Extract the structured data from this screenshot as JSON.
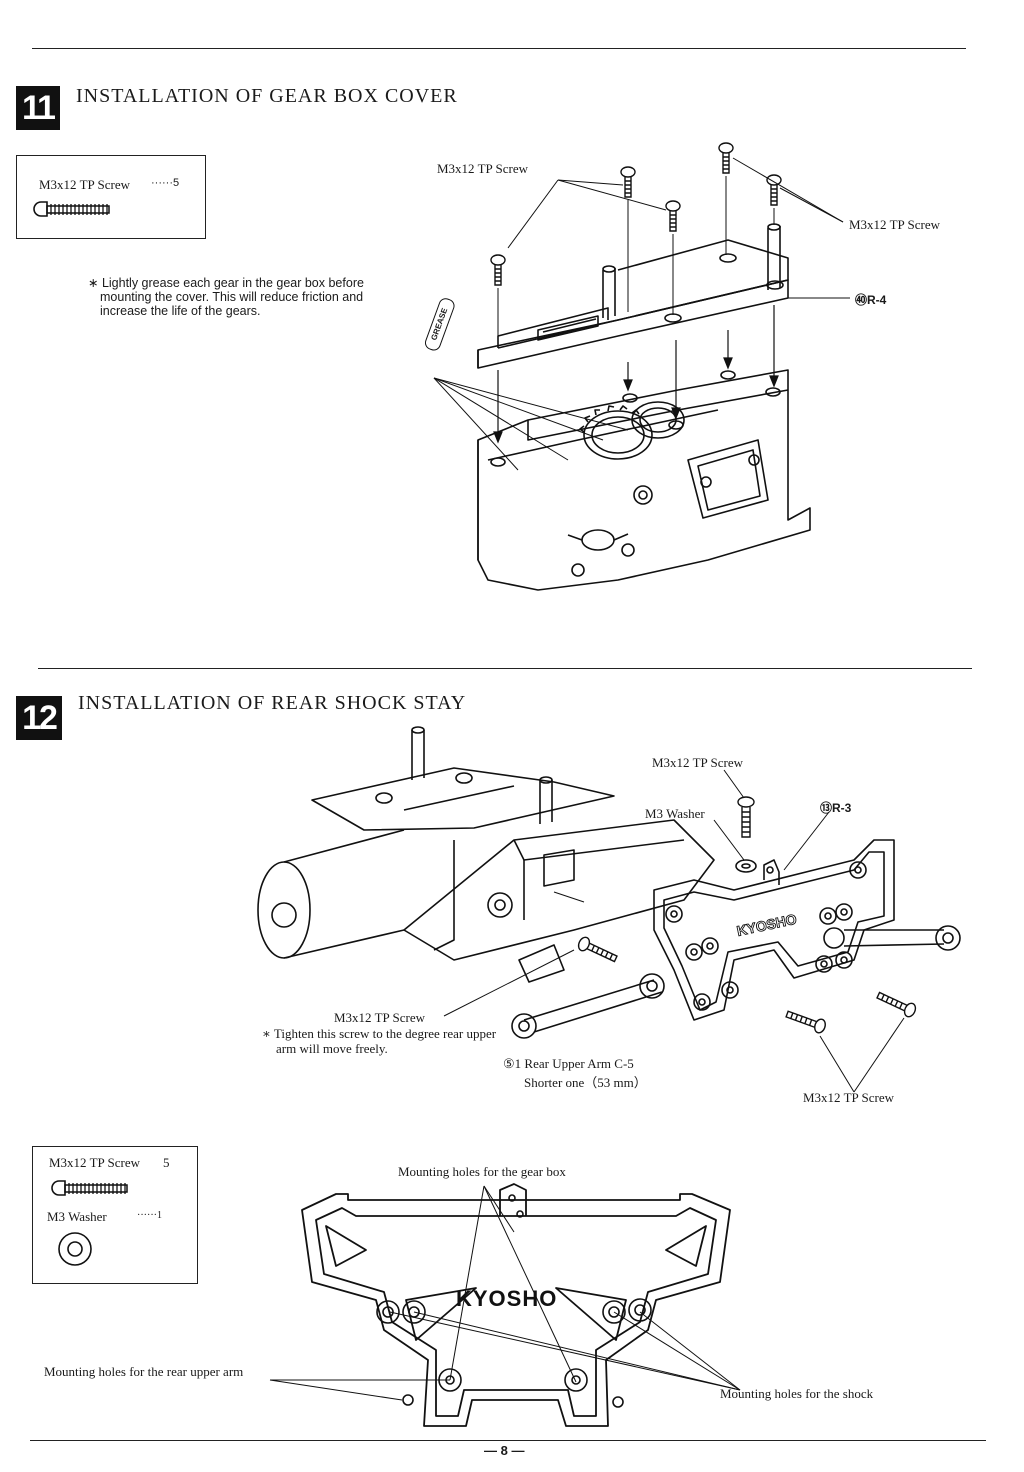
{
  "step11": {
    "number": "11",
    "title": "INSTALLATION OF GEAR BOX COVER",
    "parts": {
      "item": "M3x12 TP Screw",
      "count": "······5"
    },
    "note": "∗ Lightly grease each gear in the gear box before mounting the cover. This will reduce friction and increase the life of the gears.",
    "labels": {
      "screw_left": "M3x12 TP Screw",
      "screw_right": "M3x12 TP Screw",
      "part": "㊵R-4",
      "grease": "GREASE"
    }
  },
  "step12": {
    "number": "12",
    "title": "INSTALLATION OF REAR SHOCK STAY",
    "labels": {
      "screw_top": "M3x12 TP Screw",
      "washer": "M3 Washer",
      "part": "⑬R-3",
      "screw_mid": "M3x12 TP Screw",
      "tighten_note": "∗ Tighten this screw to the degree rear upper arm will move freely.",
      "arm_label": "⑤1 Rear Upper Arm C-5",
      "arm_sub": "Shorter one（53 mm）",
      "screw_right": "M3x12 TP Screw",
      "brand": "KYOSHO"
    },
    "parts": [
      {
        "item": "M3x12 TP Screw",
        "count": "5"
      },
      {
        "item": "M3 Washer",
        "count": "······1"
      }
    ],
    "detail": {
      "gearbox_holes": "Mounting holes for the gear box",
      "arm_holes": "Mounting holes for the rear upper arm",
      "shock_holes": "Mounting holes for the shock",
      "brand": "KYOSHO"
    }
  },
  "page_number": "— 8 —"
}
